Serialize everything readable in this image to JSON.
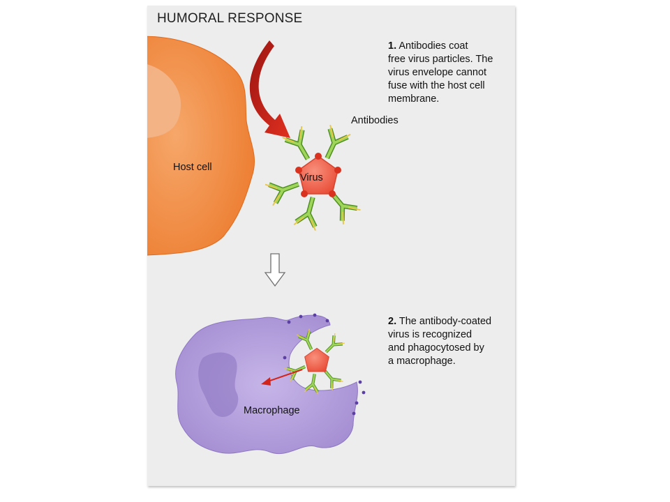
{
  "title": "HUMORAL RESPONSE",
  "step1": {
    "number": "1.",
    "text": "Antibodies coat\nfree virus particles. The\nvirus envelope cannot\nfuse with the host cell\nmembrane."
  },
  "step2": {
    "number": "2.",
    "text": "The antibody-coated\nvirus is recognized\nand phagocytosed by\na macrophage."
  },
  "labels": {
    "host_cell": "Host cell",
    "virus": "Virus",
    "antibodies": "Antibodies",
    "macrophage": "Macrophage"
  },
  "colors": {
    "panel_background": "#ededed",
    "host_cell": "#f08a3c",
    "host_nucleus": "#f6b68a",
    "virus": "#ee5a46",
    "antibody": "#7dbb3c",
    "macrophage": "#b7a3de",
    "arrow": "#d1241b"
  },
  "icons": {
    "step_arrow": "down-outline-arrow",
    "curved_arrow": "curved-red-arrow"
  }
}
